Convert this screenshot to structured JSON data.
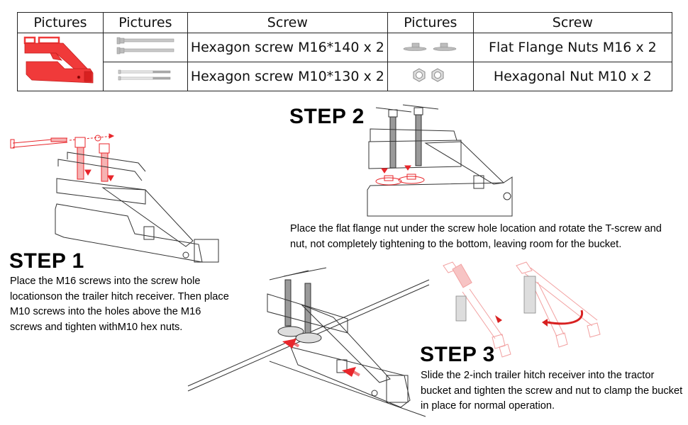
{
  "table": {
    "headers": [
      "Pictures",
      "Pictures",
      "Screw",
      "Pictures",
      "Screw"
    ],
    "main_picture": "red-hitch-receiver-image",
    "rows": [
      {
        "picture": "long-hex-screws-image",
        "screw": "Hexagon screw M16*140 x 2",
        "picture2": "flange-nuts-image",
        "screw2": "Flat Flange Nuts M16 x 2"
      },
      {
        "picture": "thin-hex-screws-image",
        "screw": "Hexagon screw M10*130 x 2",
        "picture2": "hex-nuts-image",
        "screw2": "Hexagonal Nut M10 x 2"
      }
    ]
  },
  "steps": [
    {
      "title": "STEP 1",
      "text": "Place the M16 screws into the screw hole locationson the trailer hitch receiver. Then place M10 screws into the holes above the M16 screws and tighten withM10 hex nuts."
    },
    {
      "title": "STEP 2",
      "text": "Place the flat flange nut under the screw hole location and rotate the T-screw and nut, not completely tightening to the bottom, leaving room for the bucket."
    },
    {
      "title": "STEP 3",
      "text": "Slide the 2-inch trailer hitch receiver into the tractor bucket and tighten the screw and nut to clamp the bucket in place for normal operation."
    }
  ],
  "colors": {
    "accent": "#e8262b",
    "accent_light": "#f2a0a0",
    "line": "#333333"
  }
}
